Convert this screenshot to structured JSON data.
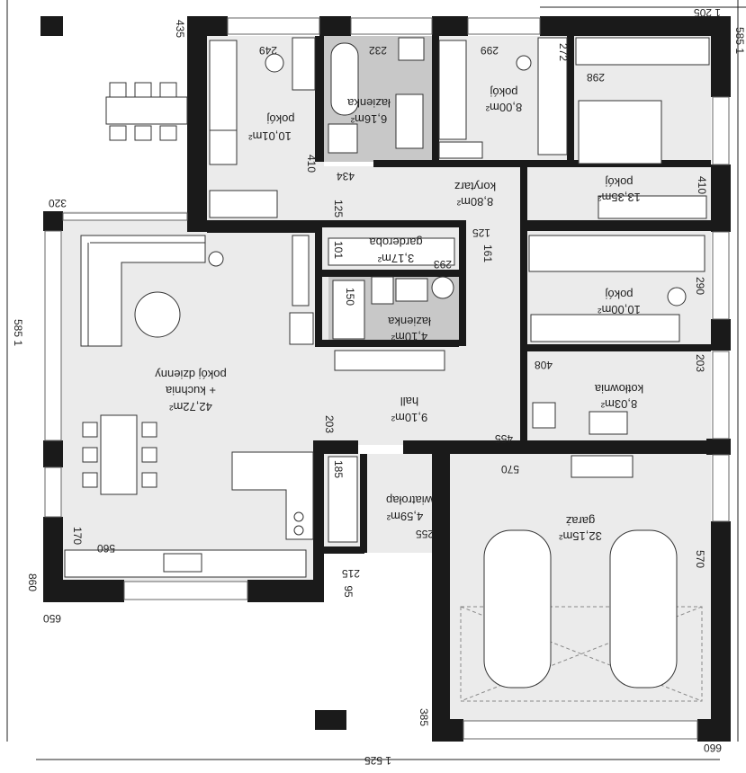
{
  "rooms": [
    {
      "id": "pokoj-1",
      "name": "pokój",
      "area": "10,01m²"
    },
    {
      "id": "lazienka-1",
      "name": "łazienka",
      "area": "6,16m²"
    },
    {
      "id": "pokoj-2",
      "name": "pokój",
      "area": "8,00m²"
    },
    {
      "id": "pokoj-3",
      "name": "pokój",
      "area": "13,35m²"
    },
    {
      "id": "korytarz",
      "name": "korytarz",
      "area": "8,80m²"
    },
    {
      "id": "garderoba",
      "name": "garderoba",
      "area": "3,17m²"
    },
    {
      "id": "lazienka-2",
      "name": "łazienka",
      "area": "4,10m²"
    },
    {
      "id": "pokoj-4",
      "name": "pokój",
      "area": "10,00m²"
    },
    {
      "id": "pokoj-dzienny",
      "name_line1": "pokój dzienny",
      "name_line2": "+ kuchnia",
      "area": "42,72m²"
    },
    {
      "id": "hall",
      "name": "hall",
      "area": "9,10m²"
    },
    {
      "id": "kotlownia",
      "name": "kotłownia",
      "area": "8,03m²"
    },
    {
      "id": "wiatrolap",
      "name": "wiatrołap",
      "area": "4,59m²"
    },
    {
      "id": "garaz",
      "name": "garaż",
      "area": "32,15m²"
    }
  ],
  "dimensions": {
    "top_right": "1 205",
    "top_left_435": "435",
    "right_vertical": "585 1",
    "left_vertical": "585 1",
    "width_bottom": "1 525",
    "d249": "249",
    "d232": "232",
    "d299": "299",
    "d272": "272",
    "d298": "298",
    "d410a": "410",
    "d410b": "410",
    "d434": "434",
    "d125a": "125",
    "d125b": "125",
    "d320": "320",
    "d101": "101",
    "d293": "293",
    "d161": "161",
    "d150": "150",
    "d290": "290",
    "d408": "408",
    "d203a": "203",
    "d203b": "203",
    "d455": "455",
    "d185": "185",
    "d570a": "570",
    "d570b": "570",
    "d255": "255",
    "d170": "170",
    "d560": "560",
    "d215": "215",
    "d95": "95",
    "d860": "860",
    "d650": "650",
    "d385": "385",
    "d660": "660"
  },
  "colors": {
    "wall": "#1a1a1a",
    "floor_light": "#ebebeb",
    "bathroom_floor": "#c8c8c8",
    "line": "#222222"
  }
}
